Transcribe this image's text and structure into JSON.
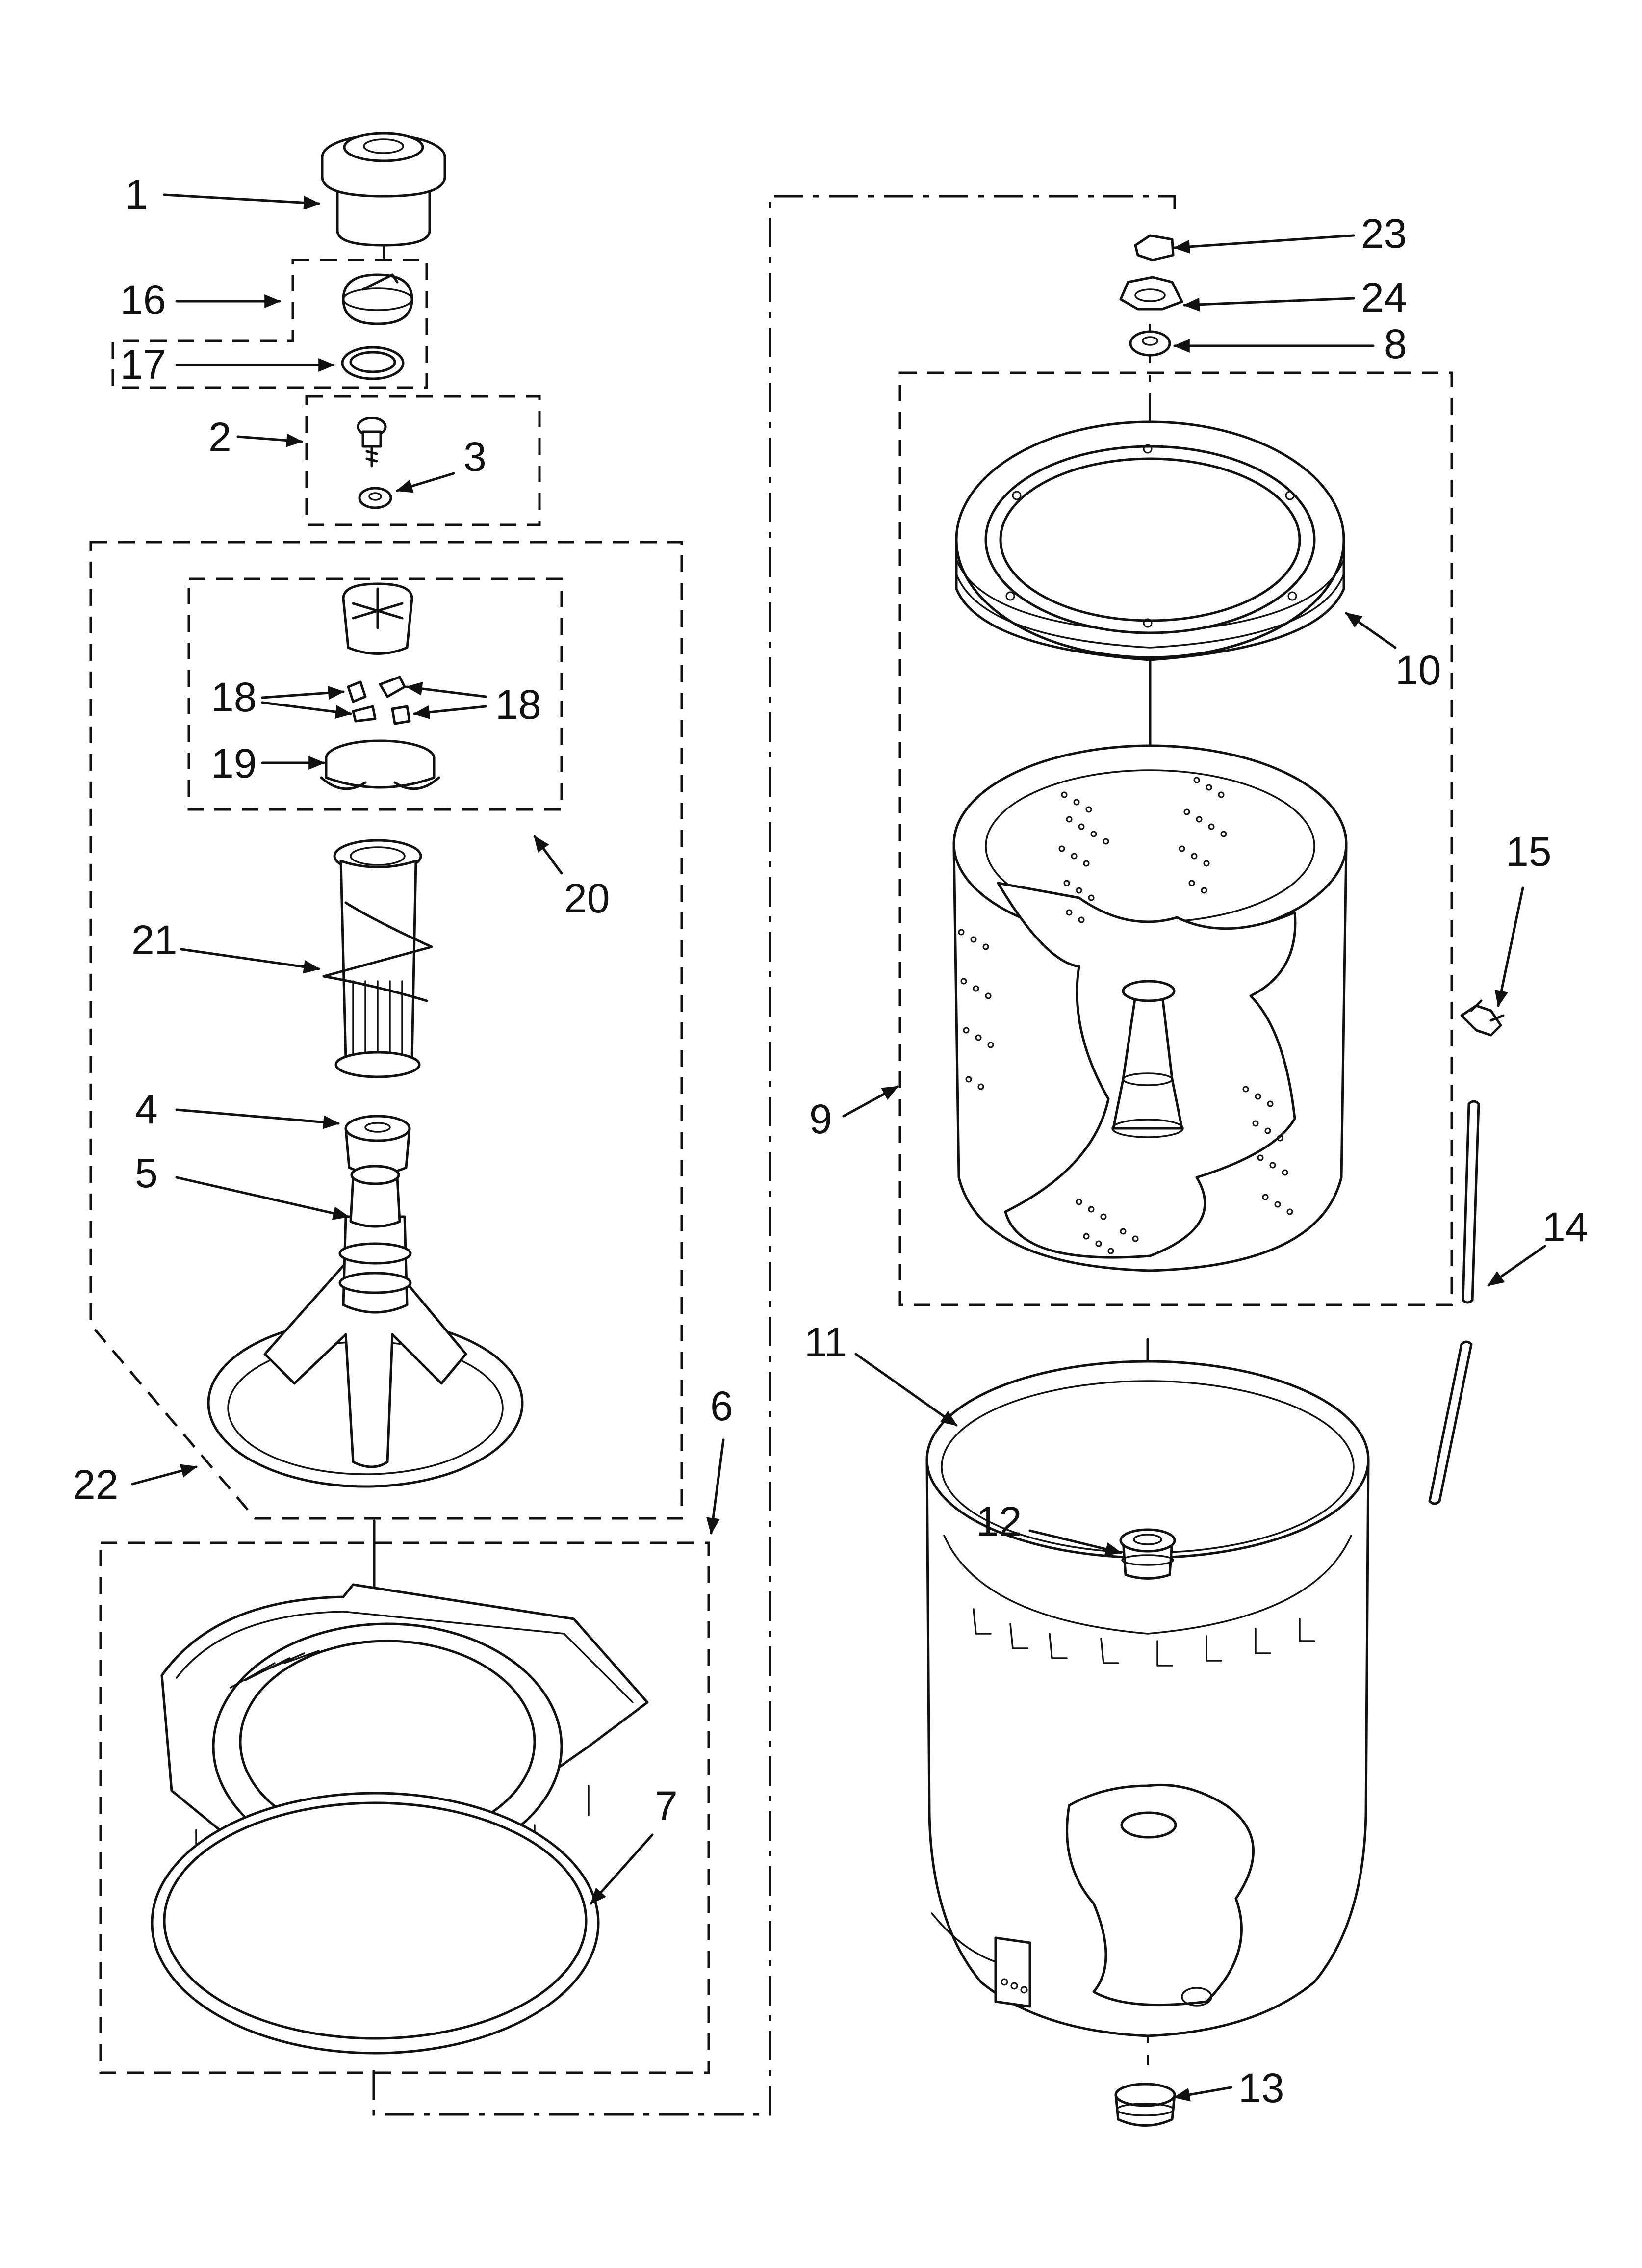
{
  "callouts": [
    {
      "id": "1",
      "label": "1"
    },
    {
      "id": "2",
      "label": "2"
    },
    {
      "id": "3",
      "label": "3"
    },
    {
      "id": "4",
      "label": "4"
    },
    {
      "id": "5",
      "label": "5"
    },
    {
      "id": "6",
      "label": "6"
    },
    {
      "id": "7",
      "label": "7"
    },
    {
      "id": "8",
      "label": "8"
    },
    {
      "id": "9",
      "label": "9"
    },
    {
      "id": "10",
      "label": "10"
    },
    {
      "id": "11",
      "label": "11"
    },
    {
      "id": "12",
      "label": "12"
    },
    {
      "id": "13",
      "label": "13"
    },
    {
      "id": "14",
      "label": "14"
    },
    {
      "id": "15",
      "label": "15"
    },
    {
      "id": "16",
      "label": "16"
    },
    {
      "id": "17",
      "label": "17"
    },
    {
      "id": "18a",
      "label": "18"
    },
    {
      "id": "18b",
      "label": "18"
    },
    {
      "id": "19",
      "label": "19"
    },
    {
      "id": "20",
      "label": "20"
    },
    {
      "id": "21",
      "label": "21"
    },
    {
      "id": "22",
      "label": "22"
    },
    {
      "id": "23",
      "label": "23"
    },
    {
      "id": "24",
      "label": "24"
    }
  ]
}
